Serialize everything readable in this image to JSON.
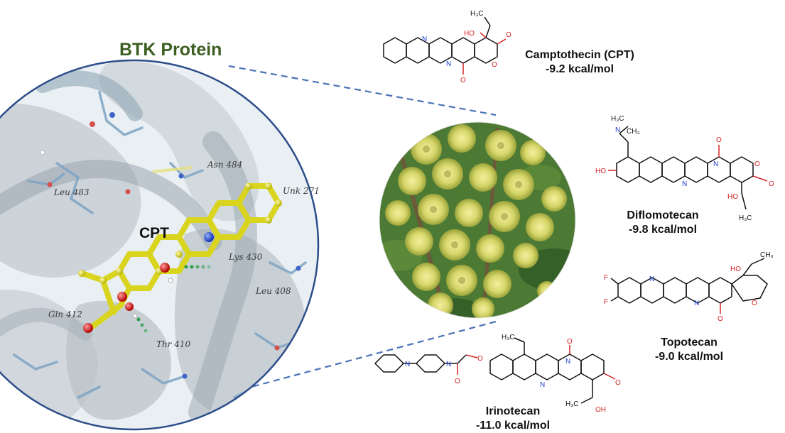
{
  "protein": {
    "title": "BTK Protein",
    "ligand_label": "CPT",
    "residues": [
      {
        "id": "asn484",
        "label": "Asn 484"
      },
      {
        "id": "leu483",
        "label": "Leu 483"
      },
      {
        "id": "unk271",
        "label": "Unk 271"
      },
      {
        "id": "lys430",
        "label": "Lys 430"
      },
      {
        "id": "leu408",
        "label": "Leu 408"
      },
      {
        "id": "gln412",
        "label": "Gln 412"
      },
      {
        "id": "thr410",
        "label": "Thr 410"
      }
    ]
  },
  "compounds": [
    {
      "id": "cpt",
      "name": "Camptothecin (CPT)",
      "energy": "-9.2 kcal/mol"
    },
    {
      "id": "diflomotecan",
      "name": "Diflomotecan",
      "energy": "-9.8 kcal/mol"
    },
    {
      "id": "topotecan",
      "name": "Topotecan",
      "energy": "-9.0 kcal/mol"
    },
    {
      "id": "irinotecan",
      "name": "Irinotecan",
      "energy": "-11.0 kcal/mol"
    }
  ],
  "atoms": {
    "N": "N",
    "O": "O",
    "HO": "HO",
    "OH": "OH",
    "F": "F",
    "H3C": "H₃C",
    "CH3": "CH₃",
    "H3C_2": "H₃C",
    "CH3_2": "CH₃"
  },
  "colors": {
    "title": "#3d5f22",
    "circle_border": "#2c4d8a",
    "dash": "#4a72b8",
    "ligand": "#d9d41e",
    "oxygen": "#d42424",
    "nitrogen": "#1f3fcf",
    "foliage": "#3c6a2a",
    "flower": "#cfd36a"
  }
}
